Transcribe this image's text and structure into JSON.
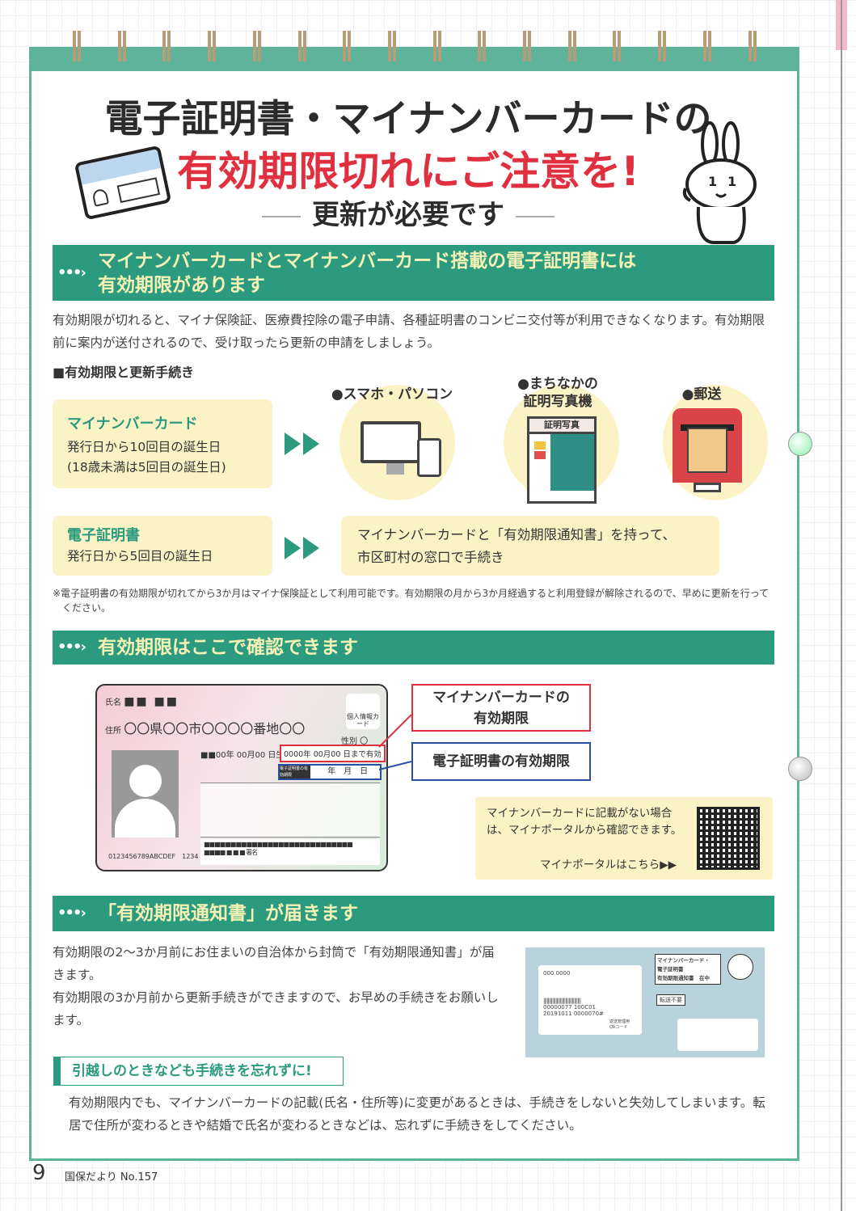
{
  "title": {
    "line1": "電子証明書・マイナンバーカードの",
    "line2": "有効期限切れにご注意を!",
    "line3": "更新が必要です"
  },
  "section1": {
    "heading_line1": "マイナンバーカードとマイナンバーカード搭載の電子証明書には",
    "heading_line2": "有効期限があります",
    "body": "有効期限が切れると、マイナ保険証、医療費控除の電子申請、各種証明書のコンビニ交付等が利用できなくなります。有効期限前に案内が送付されるので、受け取ったら更新の申請をしましょう。",
    "subheading": "■有効期限と更新手続き",
    "card_box": {
      "title": "マイナンバーカード",
      "line1": "発行日から10回目の誕生日",
      "line2": "(18歳未満は5回目の誕生日)"
    },
    "methods": [
      {
        "label": "●スマホ・パソコン"
      },
      {
        "label": "●まちなかの 証明写真機",
        "sign": "証明写真"
      },
      {
        "label": "●郵送"
      }
    ],
    "cert_box": {
      "title": "電子証明書",
      "line1": "発行日から5回目の誕生日"
    },
    "cert_method": {
      "line1": "マイナンバーカードと「有効期限通知書」を持って、",
      "line2": "市区町村の窓口で手続き"
    },
    "note": "※電子証明書の有効期限が切れてから3か月はマイナ保険証として利用可能です。有効期限の月から3か月経過すると利用登録が解除されるので、早めに更新を行ってください。"
  },
  "section2": {
    "heading": "有効期限はここで確認できます",
    "card": {
      "name_label": "氏名",
      "address_label": "住所",
      "address": "〇〇県〇〇市〇〇〇〇番地〇〇",
      "sex": "性別 〇",
      "birth": "■■00年 00月00 日生",
      "expiry": "0000年 00月00 日まで有効",
      "cert_label": "電子証明書の有効期限",
      "cert_date": "年　月　日",
      "number": "0123456789ABCDEF　1234",
      "sign": "署名",
      "badge": "個人情報カード"
    },
    "callout_card": {
      "line1": "マイナンバーカードの",
      "line2": "有効期限"
    },
    "callout_cert": "電子証明書の有効期限",
    "portal": {
      "text": "マイナンバーカードに記載がない場合は、マイナポータルから確認できます。",
      "link": "マイナポータルはこちら▶▶"
    }
  },
  "section3": {
    "heading": "「有効期限通知書」が届きます",
    "body1": "有効期限の2～3か月前にお住まいの自治体から封筒で「有効期限通知書」が届きます。",
    "body2": "有効期限の3か月前から更新手続きができますので、お早めの手続きをお願いします。",
    "envelope": {
      "title1": "マイナンバーカード・",
      "title2": "電子証明書",
      "title3": "有効期限通知書　在中",
      "forward": "転送不要",
      "zip": "000 0000",
      "qr": "返送管理用 QRコード",
      "codes": "00000077 100C01 20191011 0000070#"
    },
    "subheading": "引越しのときなども手続きを忘れずに!",
    "body3": "有効期限内でも、マイナンバーカードの記載(氏名・住所等)に変更があるときは、手続きをしないと失効してしまいます。転居で住所が変わるときや結婚で氏名が変わるときなどは、忘れずに手続きをしてください。"
  },
  "footer": {
    "page": "9",
    "publication": "国保だより No.157"
  },
  "colors": {
    "teal": "#2c9a7e",
    "red": "#e0303f",
    "yellow": "#fbf3c6"
  }
}
